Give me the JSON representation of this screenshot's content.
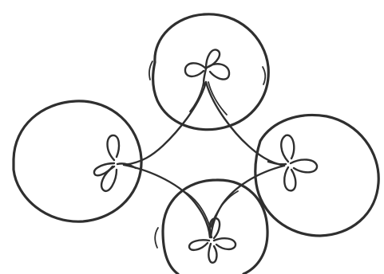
{
  "diagram": {
    "ink_color": "#2f2f2f",
    "background_color": "#ffffff",
    "elements": {
      "circles": [
        "top-circle",
        "left-circle",
        "right-circle",
        "bottom-circle"
      ],
      "knots": [
        "top-knot",
        "left-knot",
        "right-knot",
        "bottom-knot"
      ],
      "connections": [
        "connector-lines"
      ]
    }
  }
}
